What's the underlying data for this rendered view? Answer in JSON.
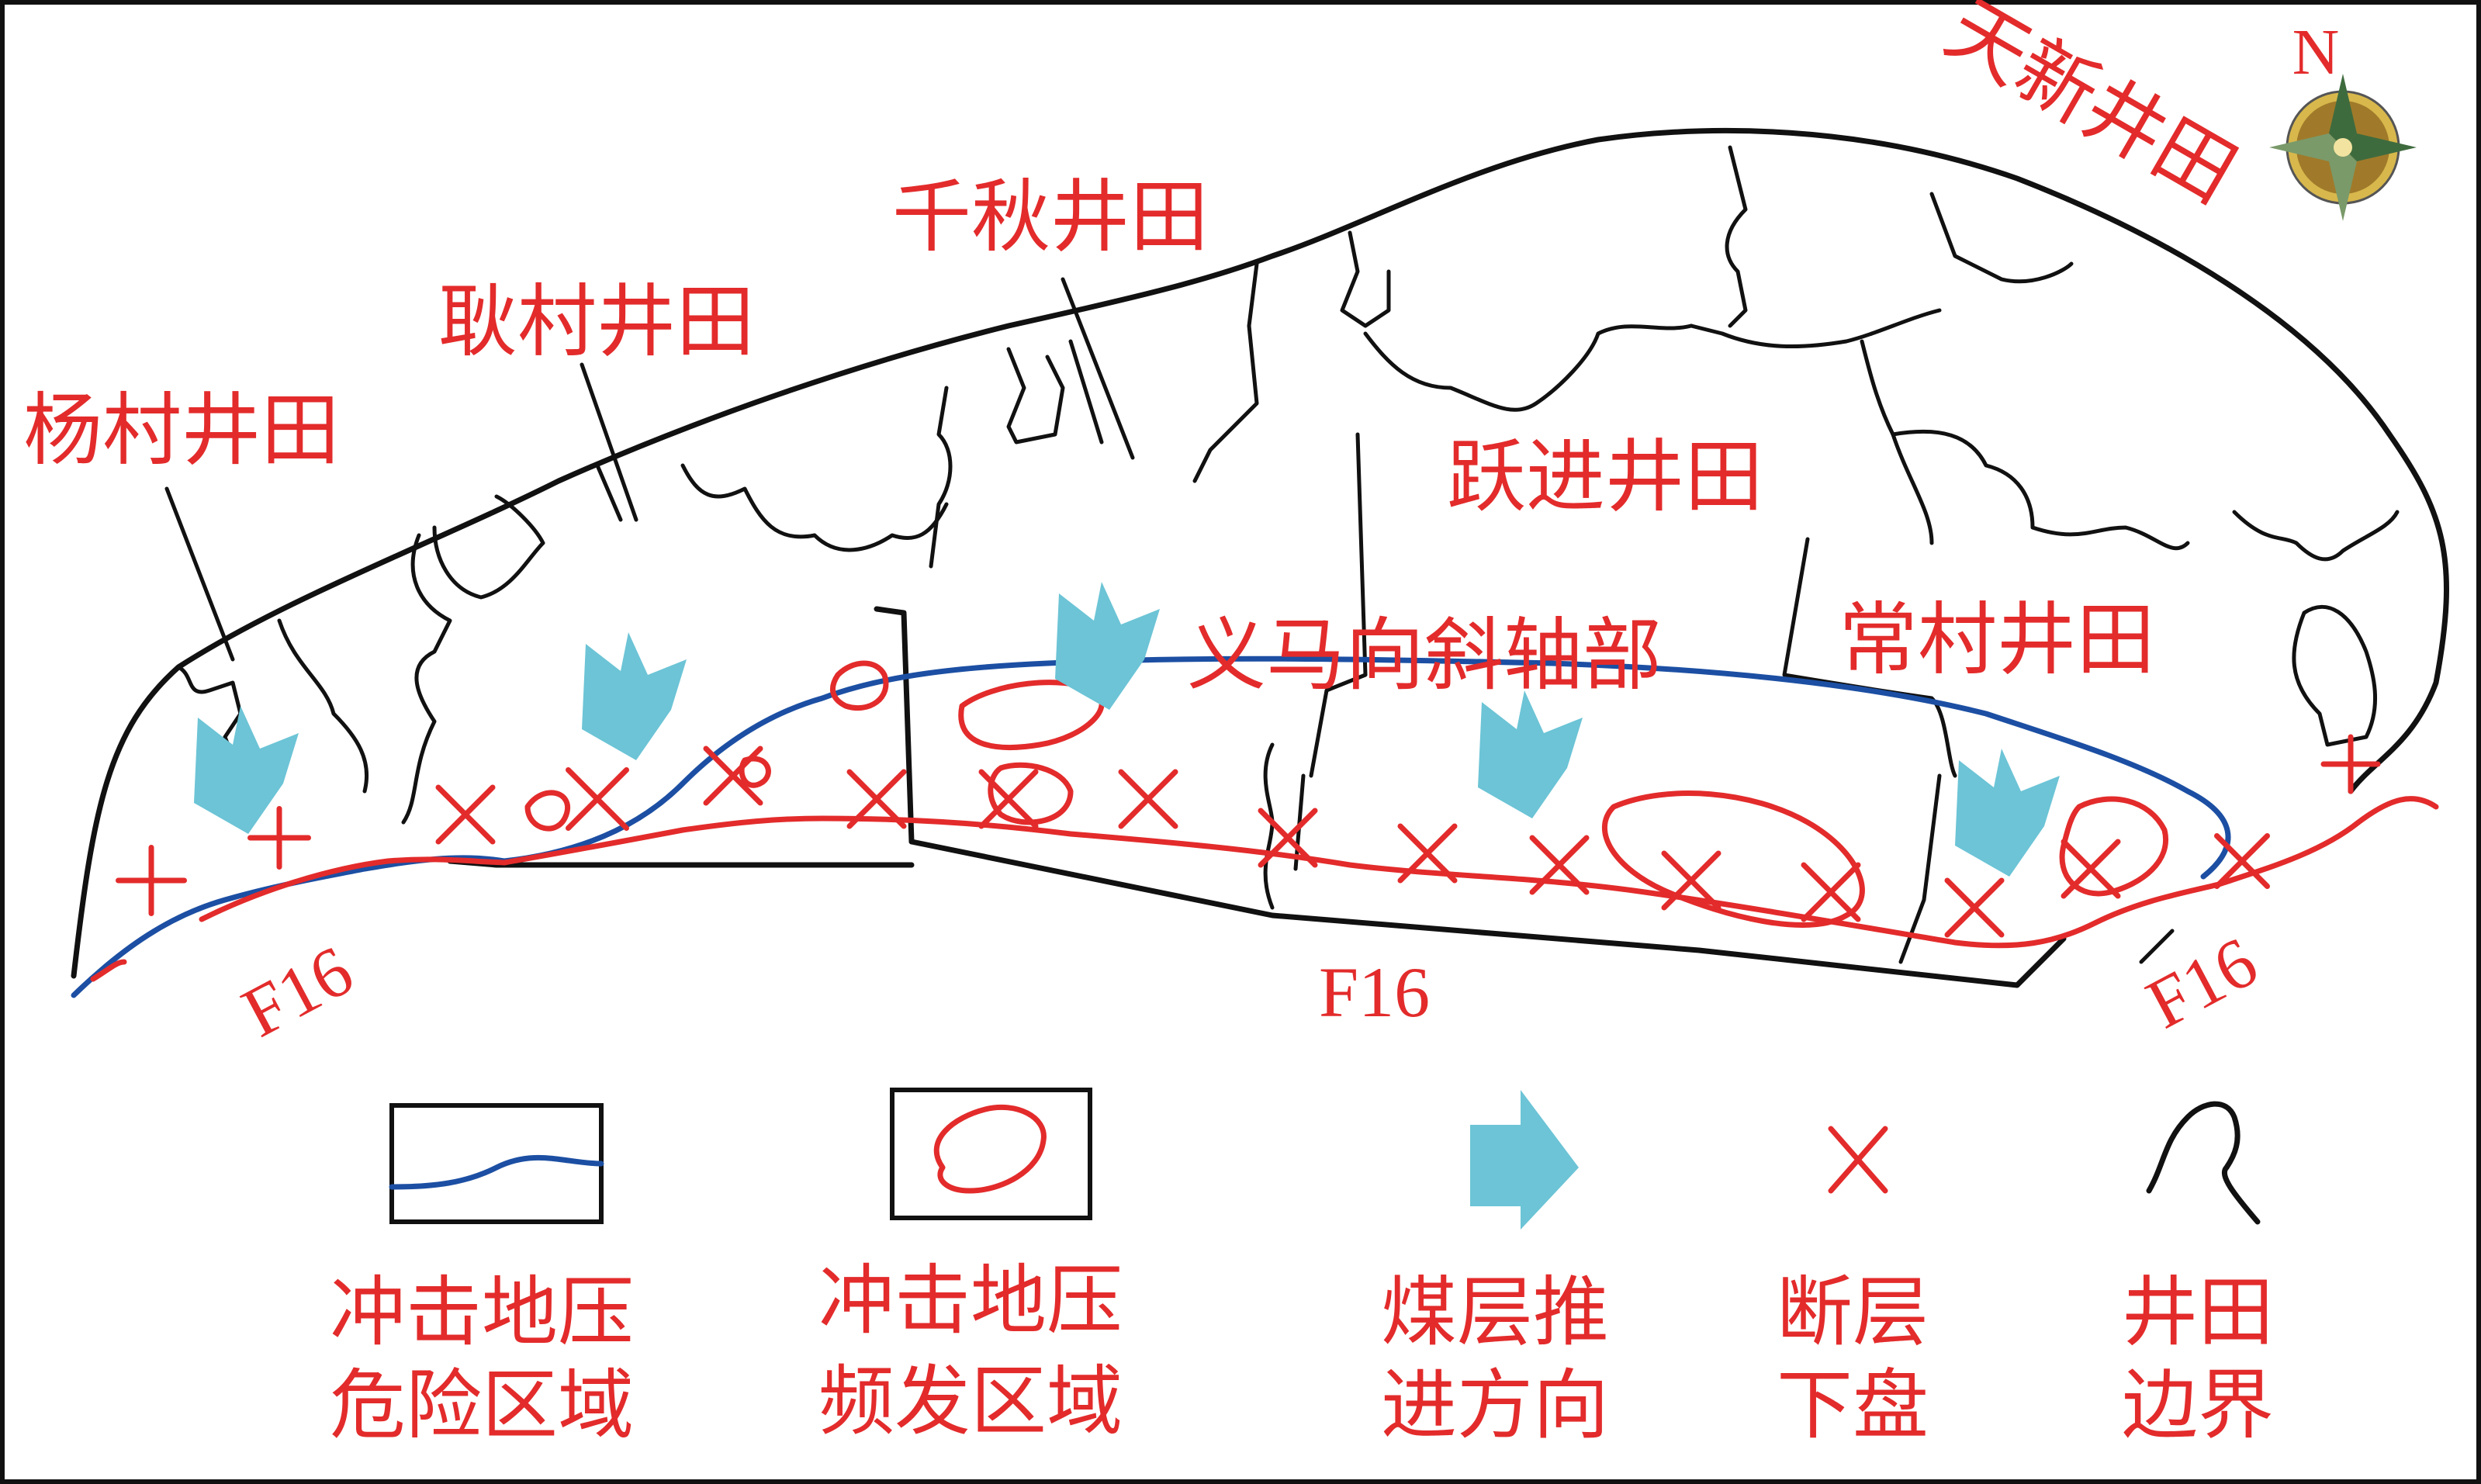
{
  "mine_fields": [
    {
      "key": "yangcun",
      "label": "杨村井田"
    },
    {
      "key": "gengcun",
      "label": "耿村井田"
    },
    {
      "key": "qianqiu",
      "label": "千秋井田"
    },
    {
      "key": "tianxin",
      "label": "天新井田"
    },
    {
      "key": "yuejin",
      "label": "跃进井田"
    },
    {
      "key": "changcun",
      "label": "常村井田"
    }
  ],
  "syncline_label": "义马向斜轴部",
  "fault_labels": [
    "F16",
    "F16",
    "F16"
  ],
  "north_label": "N",
  "legend": [
    {
      "key": "danger",
      "line1": "冲击地压",
      "line2": "危险区域"
    },
    {
      "key": "frequent",
      "line1": "冲击地压",
      "line2": "频发区域"
    },
    {
      "key": "push",
      "line1": "煤层推",
      "line2": "进方向"
    },
    {
      "key": "footwall",
      "line1": "断层",
      "line2": "下盘"
    },
    {
      "key": "boundary",
      "line1": "井田",
      "line2": "边界"
    }
  ],
  "colors": {
    "label_red": "#e32b2b",
    "danger_line_blue": "#1c4fa3",
    "push_arrow": "#6cc4d6",
    "boundary_black": "#111111"
  }
}
